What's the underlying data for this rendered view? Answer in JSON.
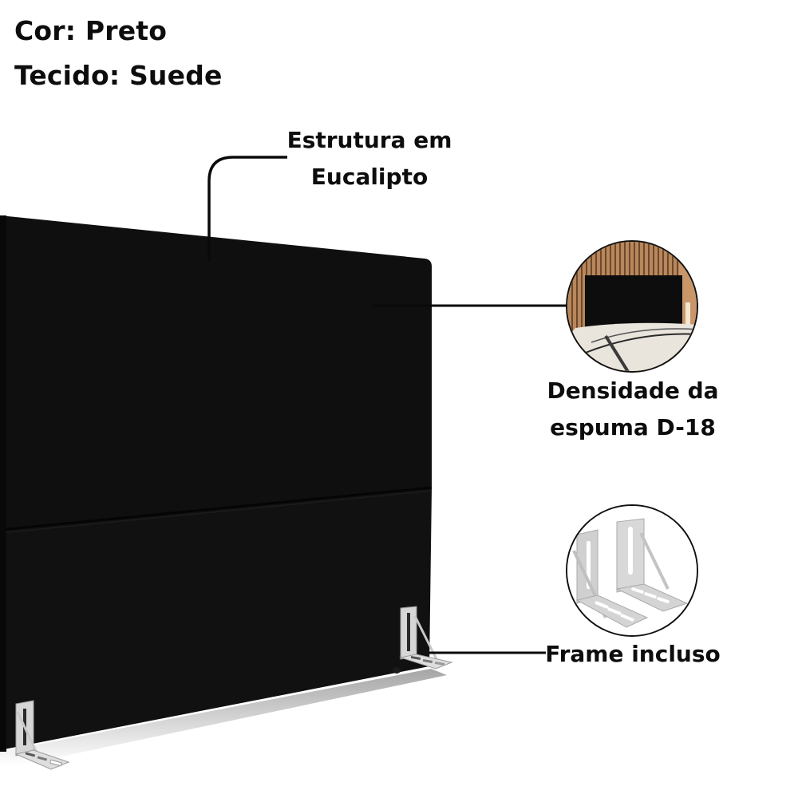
{
  "specs": {
    "color_label": "Cor: Preto",
    "fabric_label": "Tecido: Suede"
  },
  "callouts": {
    "structure": {
      "line1": "Estrutura em",
      "line2": "Eucalipto"
    },
    "foam": {
      "line1": "Densidade da",
      "line2": "espuma D-18"
    },
    "frame": {
      "line1": "Frame incluso"
    }
  },
  "product": {
    "name": "headboard",
    "upholstery_color": "#0e0e0e",
    "panels": 2
  },
  "thumbnails": {
    "foam": {
      "depicts": "black headboard in bedroom with wooden slat wall and beige bedding"
    },
    "frame": {
      "depicts": "two metal L-shaped mounting brackets with slotted feet"
    }
  },
  "colors": {
    "background": "#ffffff",
    "text": "#0d0d0d",
    "headboard": "#0e0e0e",
    "bracket": "#d4d4d4",
    "wood": "#b8875b",
    "bedding": "#e8e2d8"
  }
}
